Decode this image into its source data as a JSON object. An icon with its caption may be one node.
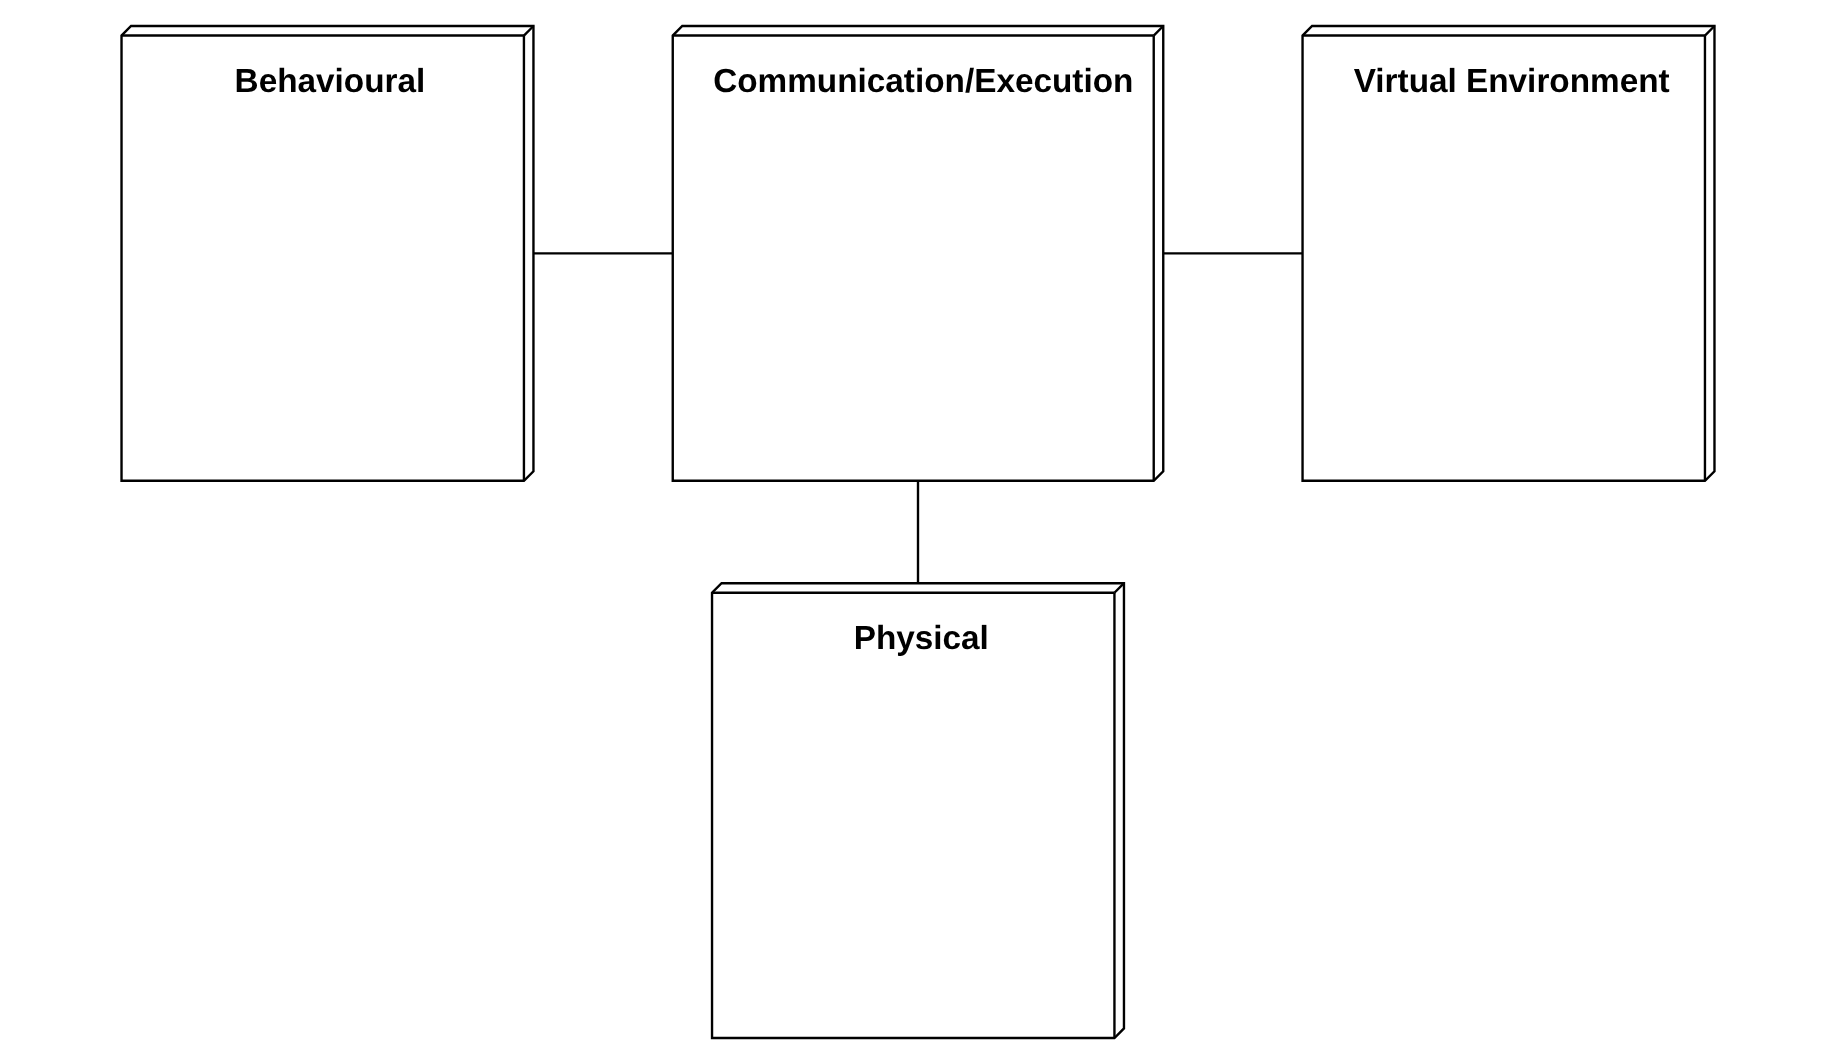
{
  "diagram": {
    "nodes": [
      {
        "text": [
          "Behavioural"
        ]
      },
      {
        "text": [
          "Communication/Execution"
        ]
      },
      {
        "text": [
          "Virtual Environment"
        ]
      },
      {
        "text": [
          "Physical"
        ]
      }
    ],
    "edges": [
      {
        "from": 0,
        "to": 1,
        "arrow": "none"
      },
      {
        "from": 1,
        "to": 2,
        "arrow": "none"
      },
      {
        "from": 1,
        "to": 3,
        "arrow": "none"
      }
    ]
  }
}
